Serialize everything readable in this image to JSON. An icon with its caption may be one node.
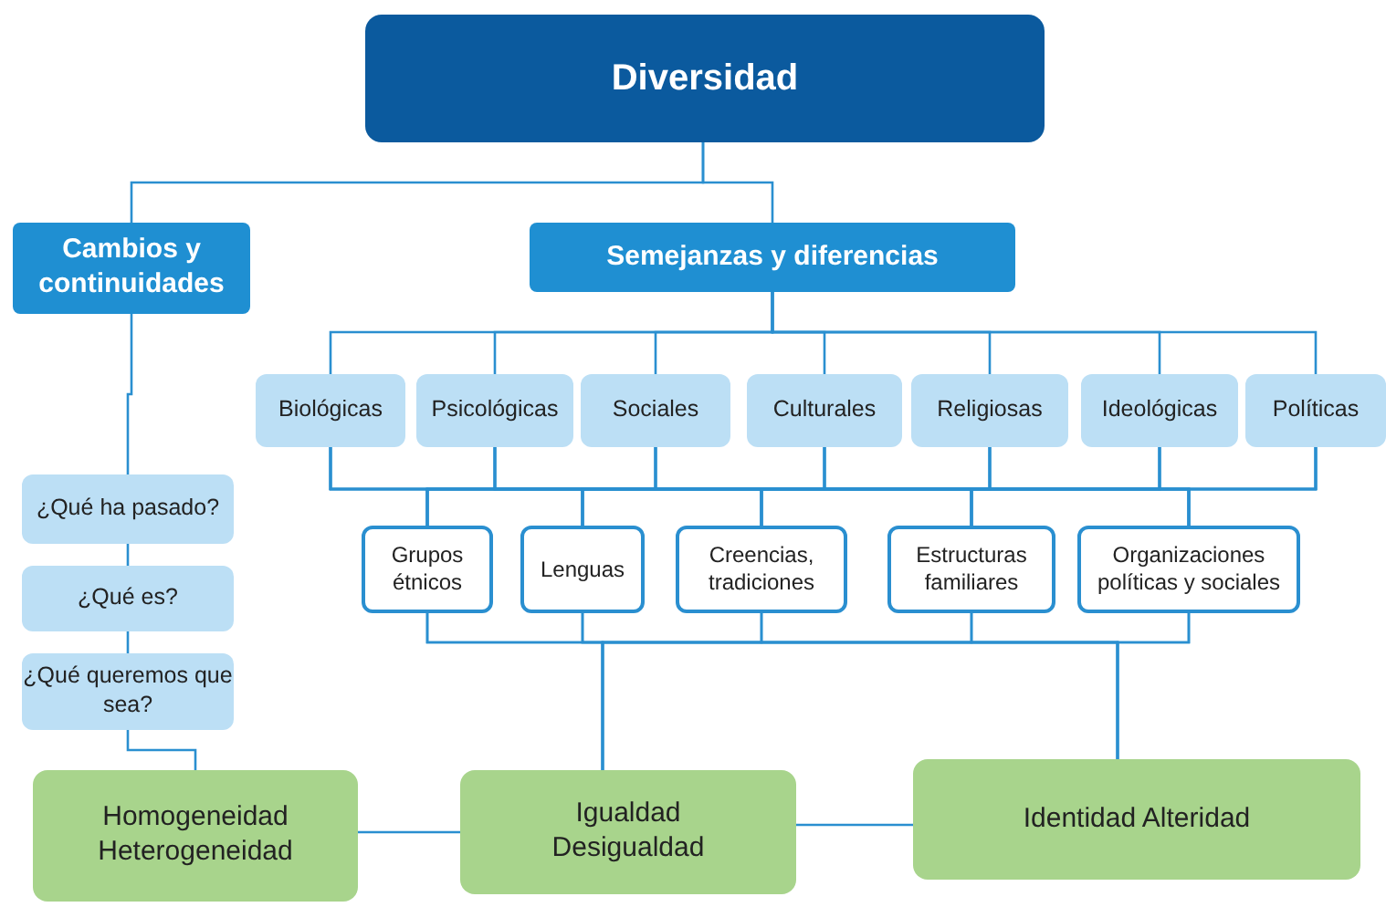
{
  "diagram": {
    "nodes": [
      {
        "text": [
          "Diversidad"
        ]
      },
      {
        "text": [
          "Cambios y continuidades"
        ]
      },
      {
        "text": [
          "Semejanzas y diferencias"
        ]
      },
      {
        "text": [
          "Biológicas"
        ]
      },
      {
        "text": [
          "Psicológicas"
        ]
      },
      {
        "text": [
          "Sociales"
        ]
      },
      {
        "text": [
          "Culturales"
        ]
      },
      {
        "text": [
          "Religiosas"
        ]
      },
      {
        "text": [
          "Ideológicas"
        ]
      },
      {
        "text": [
          "Políticas"
        ]
      },
      {
        "text": [
          "¿Qué ha pasado?"
        ]
      },
      {
        "text": [
          "¿Qué es?"
        ]
      },
      {
        "text": [
          "¿Qué queremos que sea?"
        ]
      },
      {
        "text": [
          "Grupos étnicos"
        ]
      },
      {
        "text": [
          "Lenguas"
        ]
      },
      {
        "text": [
          "Creencias, tradiciones"
        ]
      },
      {
        "text": [
          "Estructuras familiares"
        ]
      },
      {
        "text": [
          "Organizaciones políticas y sociales"
        ]
      },
      {
        "text": [
          "Homogeneidad Heterogeneidad"
        ]
      },
      {
        "text": [
          "Igualdad Desigualdad"
        ]
      },
      {
        "text": [
          "Identidad Alteridad"
        ]
      }
    ],
    "edges": [
      {
        "from": 0,
        "to": 1,
        "arrow": "none"
      },
      {
        "from": 0,
        "to": 2,
        "arrow": "none"
      },
      {
        "from": 2,
        "to": 3,
        "arrow": "none"
      },
      {
        "from": 2,
        "to": 4,
        "arrow": "none"
      },
      {
        "from": 2,
        "to": 5,
        "arrow": "none"
      },
      {
        "from": 2,
        "to": 6,
        "arrow": "none"
      },
      {
        "from": 2,
        "to": 7,
        "arrow": "none"
      },
      {
        "from": 2,
        "to": 8,
        "arrow": "none"
      },
      {
        "from": 2,
        "to": 9,
        "arrow": "none"
      },
      {
        "from": 1,
        "to": 10,
        "arrow": "none"
      },
      {
        "from": 10,
        "to": 11,
        "arrow": "none"
      },
      {
        "from": 11,
        "to": 12,
        "arrow": "none"
      },
      {
        "from": 12,
        "to": 18,
        "arrow": "none"
      },
      {
        "from": 3,
        "to": 13,
        "arrow": "none"
      },
      {
        "from": 3,
        "to": 14,
        "arrow": "none"
      },
      {
        "from": 3,
        "to": 15,
        "arrow": "none"
      },
      {
        "from": 3,
        "to": 16,
        "arrow": "none"
      },
      {
        "from": 3,
        "to": 17,
        "arrow": "none"
      },
      {
        "from": 4,
        "to": 13,
        "arrow": "none"
      },
      {
        "from": 4,
        "to": 14,
        "arrow": "none"
      },
      {
        "from": 4,
        "to": 15,
        "arrow": "none"
      },
      {
        "from": 4,
        "to": 16,
        "arrow": "none"
      },
      {
        "from": 4,
        "to": 17,
        "arrow": "none"
      },
      {
        "from": 5,
        "to": 13,
        "arrow": "none"
      },
      {
        "from": 5,
        "to": 14,
        "arrow": "none"
      },
      {
        "from": 5,
        "to": 15,
        "arrow": "none"
      },
      {
        "from": 5,
        "to": 16,
        "arrow": "none"
      },
      {
        "from": 5,
        "to": 17,
        "arrow": "none"
      },
      {
        "from": 6,
        "to": 13,
        "arrow": "none"
      },
      {
        "from": 6,
        "to": 14,
        "arrow": "none"
      },
      {
        "from": 6,
        "to": 15,
        "arrow": "none"
      },
      {
        "from": 6,
        "to": 16,
        "arrow": "none"
      },
      {
        "from": 6,
        "to": 17,
        "arrow": "none"
      },
      {
        "from": 7,
        "to": 13,
        "arrow": "none"
      },
      {
        "from": 7,
        "to": 14,
        "arrow": "none"
      },
      {
        "from": 7,
        "to": 15,
        "arrow": "none"
      },
      {
        "from": 7,
        "to": 16,
        "arrow": "none"
      },
      {
        "from": 7,
        "to": 17,
        "arrow": "none"
      },
      {
        "from": 8,
        "to": 13,
        "arrow": "none"
      },
      {
        "from": 8,
        "to": 14,
        "arrow": "none"
      },
      {
        "from": 8,
        "to": 15,
        "arrow": "none"
      },
      {
        "from": 8,
        "to": 16,
        "arrow": "none"
      },
      {
        "from": 8,
        "to": 17,
        "arrow": "none"
      },
      {
        "from": 9,
        "to": 13,
        "arrow": "none"
      },
      {
        "from": 9,
        "to": 14,
        "arrow": "none"
      },
      {
        "from": 9,
        "to": 15,
        "arrow": "none"
      },
      {
        "from": 9,
        "to": 16,
        "arrow": "none"
      },
      {
        "from": 9,
        "to": 17,
        "arrow": "none"
      },
      {
        "from": 13,
        "to": 19,
        "arrow": "none"
      },
      {
        "from": 14,
        "to": 19,
        "arrow": "none"
      },
      {
        "from": 15,
        "to": 19,
        "arrow": "none"
      },
      {
        "from": 16,
        "to": 19,
        "arrow": "none"
      },
      {
        "from": 17,
        "to": 19,
        "arrow": "none"
      },
      {
        "from": 13,
        "to": 20,
        "arrow": "none"
      },
      {
        "from": 14,
        "to": 20,
        "arrow": "none"
      },
      {
        "from": 15,
        "to": 20,
        "arrow": "none"
      },
      {
        "from": 16,
        "to": 20,
        "arrow": "none"
      },
      {
        "from": 17,
        "to": 20,
        "arrow": "none"
      },
      {
        "from": 18,
        "to": 19,
        "arrow": "none"
      },
      {
        "from": 19,
        "to": 20,
        "arrow": "none"
      }
    ]
  }
}
